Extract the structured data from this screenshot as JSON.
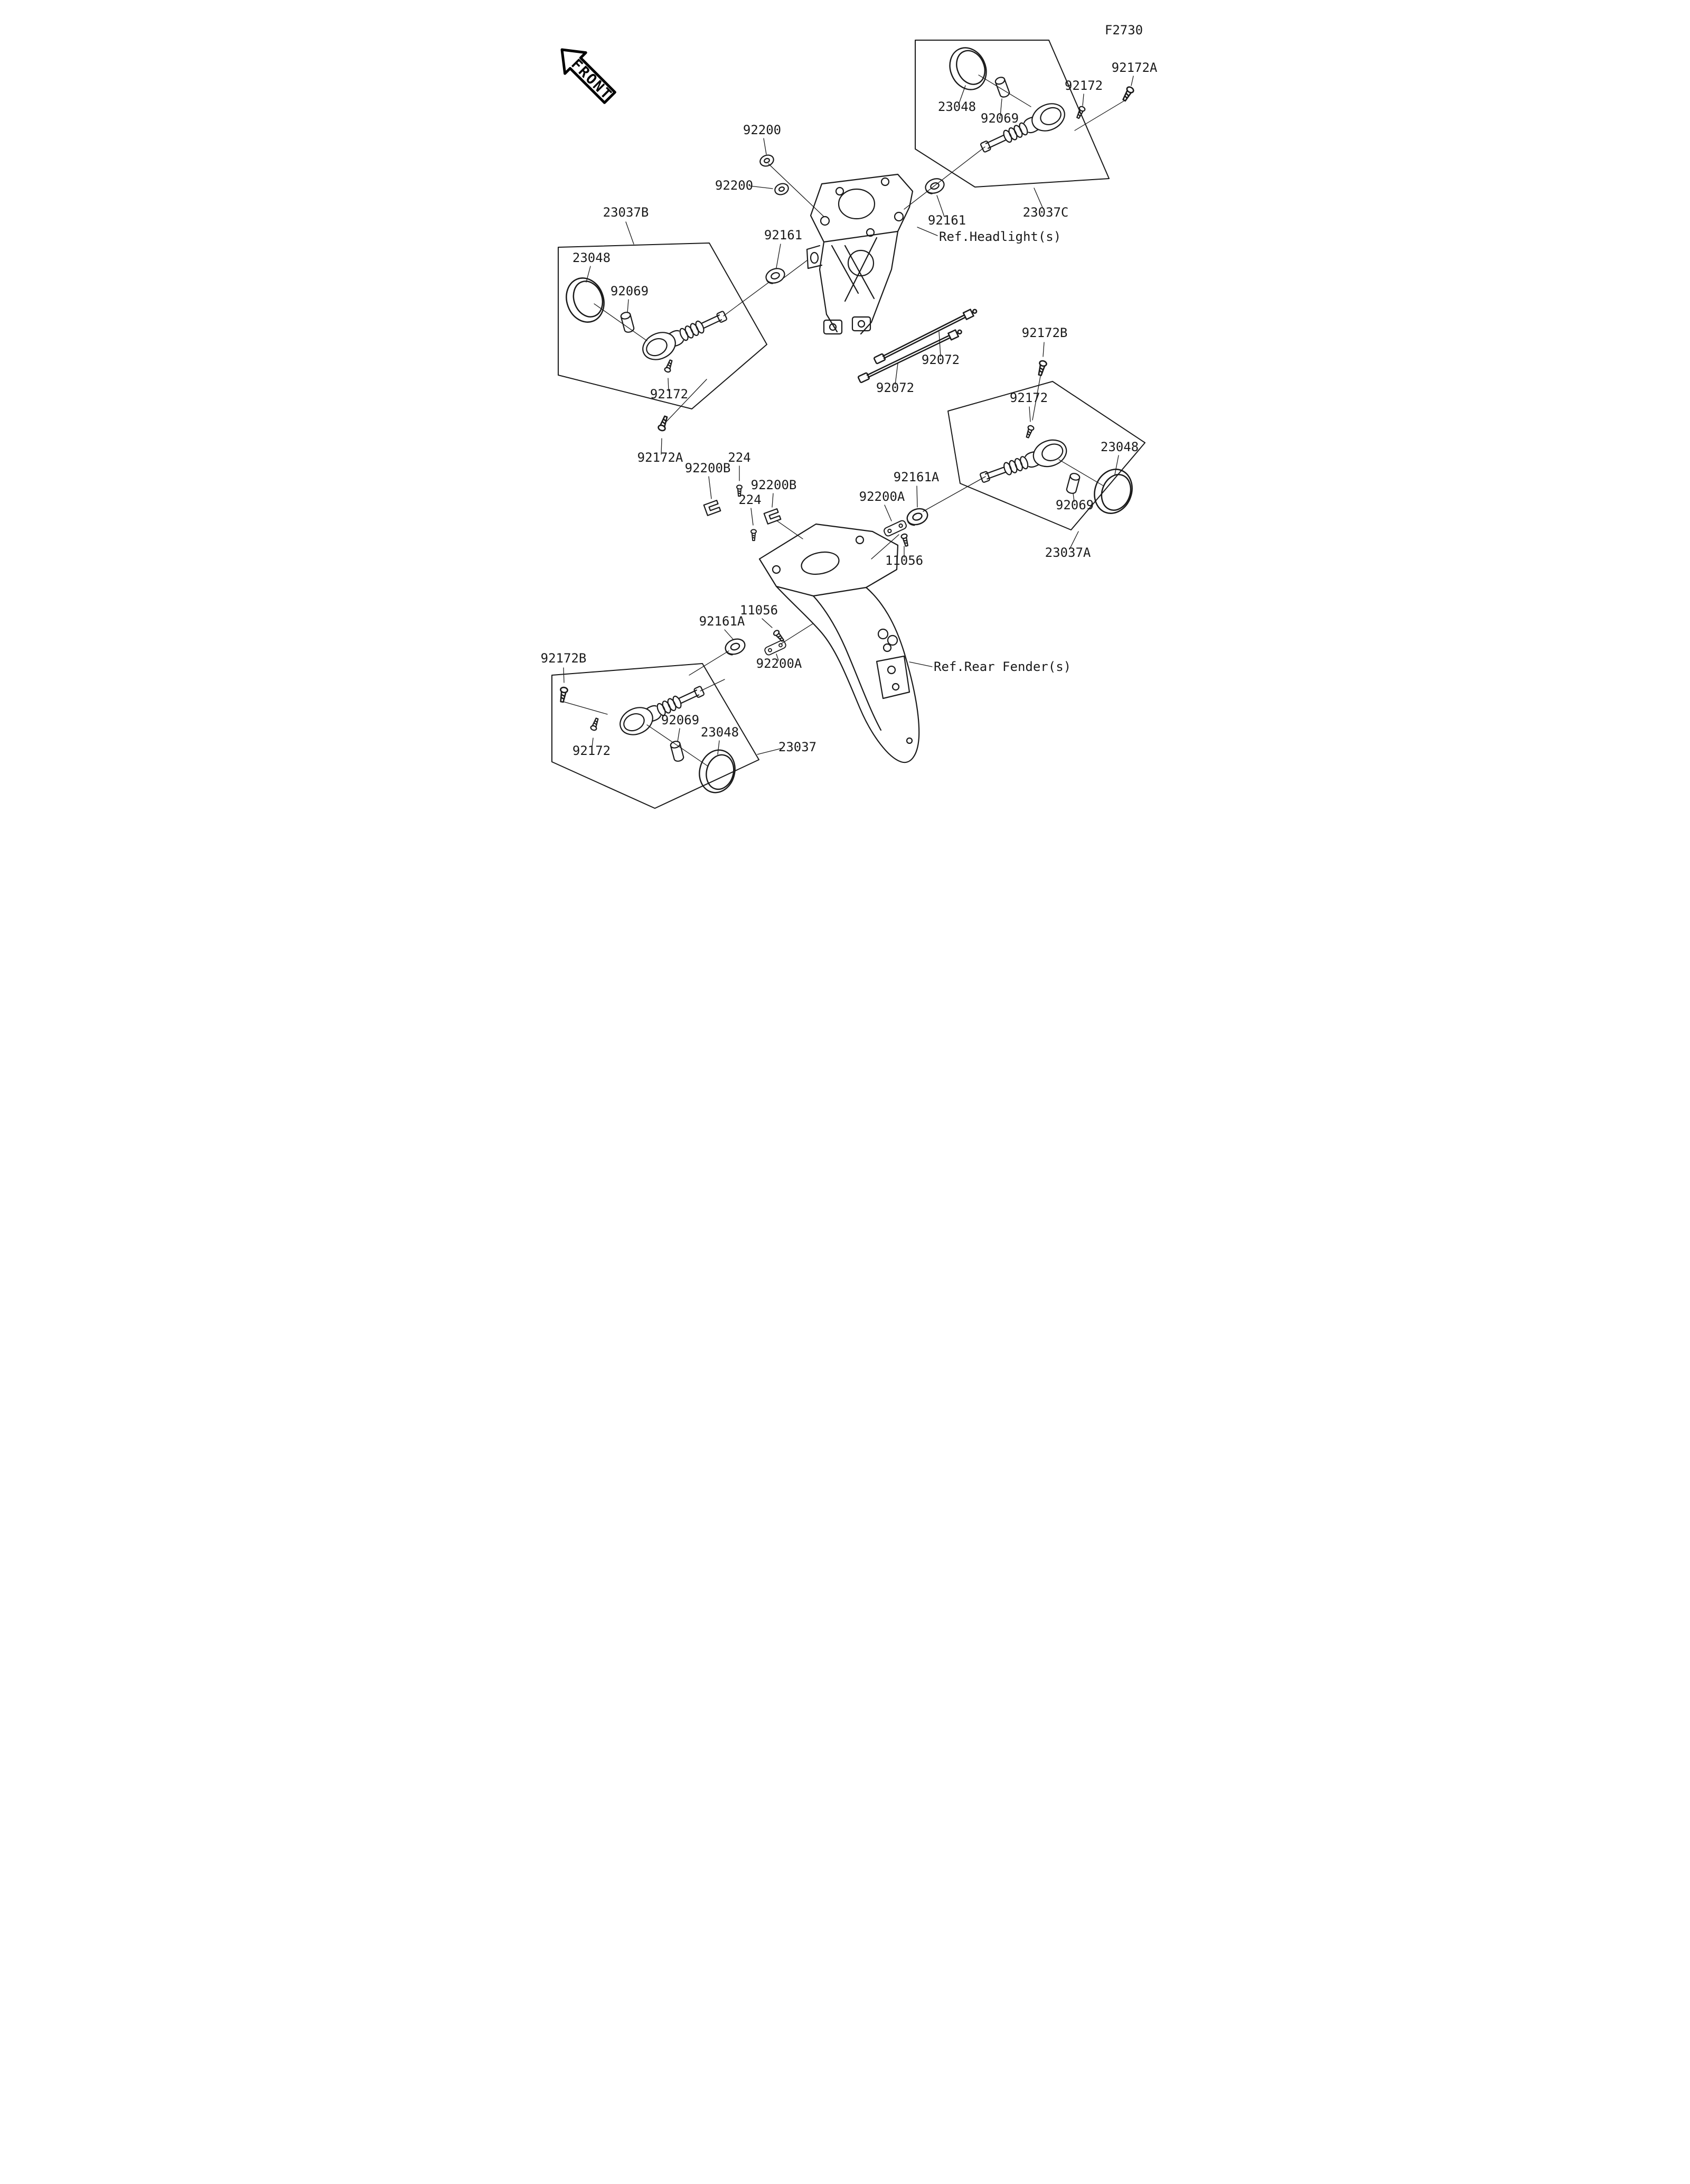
{
  "figure": {
    "code": "F2730"
  },
  "front_arrow": {
    "label": "FRONT"
  },
  "references": {
    "headlight": "Ref.Headlight(s)",
    "rear_fender": "Ref.Rear Fender(s)"
  },
  "assemblies": {
    "front_right_box": "23037C",
    "front_left_box": "23037B",
    "rear_right_box": "23037A",
    "rear_left_box": "23037"
  },
  "parts": {
    "lens_front_right": "23048",
    "bulb_front_right": "92069",
    "screw_front_right": "92172",
    "screw_front_right_long": "92172A",
    "washer_upper": "92200",
    "washer_lower": "92200",
    "grommet_front_left": "92161",
    "grommet_front_right": "92161",
    "lens_front_left": "23048",
    "bulb_front_left": "92069",
    "screw_front_left": "92172",
    "screw_front_left_long": "92172A",
    "cable_left": "92072",
    "cable_right": "92072",
    "screw_rear_right_long": "92172B",
    "screw_rear_right": "92172",
    "lens_rear_right": "23048",
    "bulb_rear_right": "92069",
    "grommet_rear_right": "92161A",
    "bracket_rear_right": "92200A",
    "screw_rear_right_small": "11056",
    "clip_left": "92200B",
    "clip_right": "92200B",
    "screw_clip_left": "224",
    "screw_clip_right": "224",
    "screw_rear_left_small": "11056",
    "grommet_rear_left": "92161A",
    "bracket_rear_left": "92200A",
    "screw_rear_left_long": "92172B",
    "screw_rear_left": "92172",
    "bulb_rear_left": "92069",
    "lens_rear_left": "23048"
  }
}
